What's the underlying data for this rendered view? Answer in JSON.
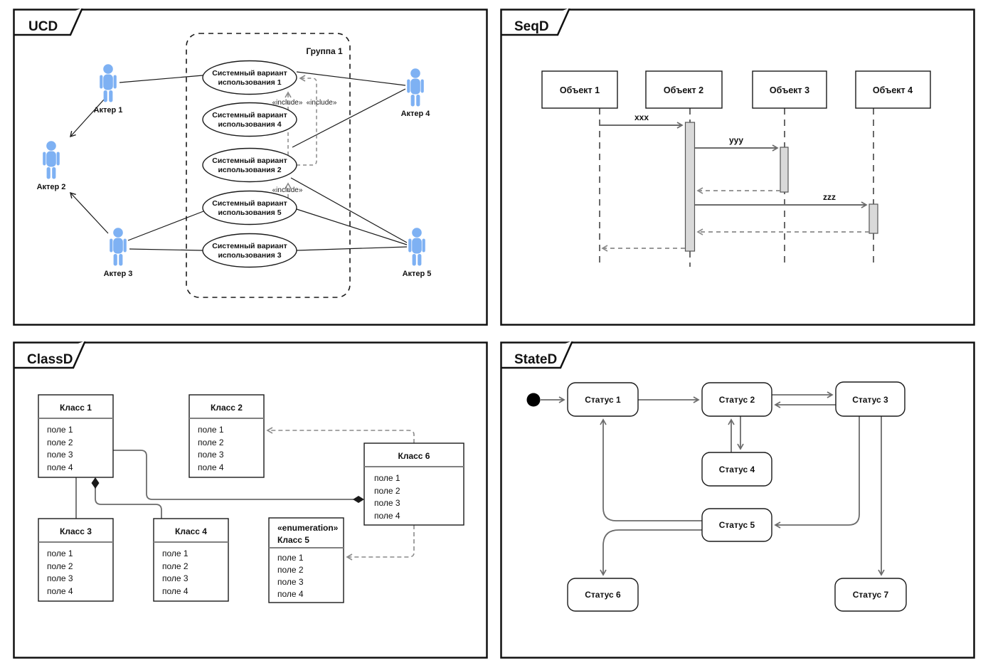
{
  "colors": {
    "actor_blue": "#7EB1F3",
    "line_gray": "#6b6b6b",
    "activation_fill": "#d9d9d9"
  },
  "ucd": {
    "tab": "UCD",
    "group_label": "Группа 1",
    "include_label": "«include»",
    "actors": [
      {
        "label": "Актер 1"
      },
      {
        "label": "Актер 2"
      },
      {
        "label": "Актер 3"
      },
      {
        "label": "Актер 4"
      },
      {
        "label": "Актер 5"
      }
    ],
    "usecases": [
      {
        "line1": "Системный вариант",
        "line2": "использования 1"
      },
      {
        "line1": "Системный вариант",
        "line2": "использования 4"
      },
      {
        "line1": "Системный вариант",
        "line2": "использования 2"
      },
      {
        "line1": "Системный вариант",
        "line2": "использования 5"
      },
      {
        "line1": "Системный вариант",
        "line2": "использования 3"
      }
    ]
  },
  "seqd": {
    "tab": "SeqD",
    "objects": [
      {
        "label": "Объект 1"
      },
      {
        "label": "Объект 2"
      },
      {
        "label": "Объект 3"
      },
      {
        "label": "Объект 4"
      }
    ],
    "messages": {
      "m1": "xxx",
      "m2": "yyy",
      "m3": "zzz"
    }
  },
  "classd": {
    "tab": "ClassD",
    "classes": [
      {
        "title": "Класс 1",
        "fields": [
          "поле 1",
          "поле 2",
          "поле 3",
          "поле 4"
        ]
      },
      {
        "title": "Класс 2",
        "fields": [
          "поле 1",
          "поле 2",
          "поле 3",
          "поле 4"
        ]
      },
      {
        "title": "Класс 3",
        "fields": [
          "поле 1",
          "поле 2",
          "поле 3",
          "поле 4"
        ]
      },
      {
        "title": "Класс 4",
        "fields": [
          "поле 1",
          "поле 2",
          "поле 3",
          "поле 4"
        ]
      },
      {
        "title": "Класс 5",
        "stereotype": "«enumeration»",
        "fields": [
          "поле 1",
          "поле 2",
          "поле 3",
          "поле 4"
        ]
      },
      {
        "title": "Класс 6",
        "fields": [
          "поле 1",
          "поле 2",
          "поле 3",
          "поле 4"
        ]
      }
    ]
  },
  "stated": {
    "tab": "StateD",
    "states": [
      {
        "label": "Статус 1"
      },
      {
        "label": "Статус 2"
      },
      {
        "label": "Статус 3"
      },
      {
        "label": "Статус 4"
      },
      {
        "label": "Статус 5"
      },
      {
        "label": "Статус 6"
      },
      {
        "label": "Статус 7"
      }
    ]
  }
}
